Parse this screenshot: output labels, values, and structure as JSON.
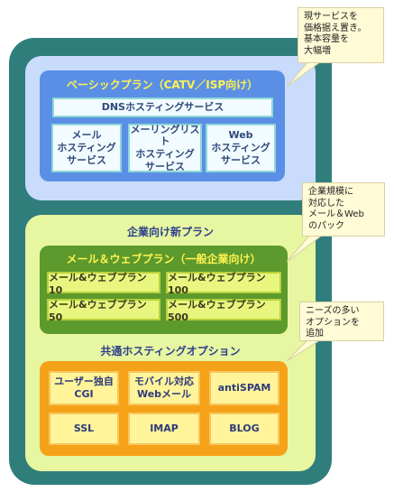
{
  "basic": {
    "title": "ベーシックプラン（CATV／ISP向け）",
    "dns": "DNSホスティングサービス",
    "services": [
      "メール\nホスティング\nサービス",
      "メーリングリスト\nホスティング\nサービス",
      "Web\nホスティング\nサービス"
    ]
  },
  "corporate": {
    "title": "企業向け新プラン",
    "mail_web": {
      "title": "メール＆ウェブプラン（一般企業向け）",
      "plans": [
        "メール&ウェブプラン10",
        "メール&ウェブプラン100",
        "メール&ウェブプラン50",
        "メール&ウェブプラン500"
      ]
    },
    "shared": {
      "title": "共通ホスティングオプション",
      "options": [
        "ユーザー独自\nCGI",
        "モバイル対応\nWebメール",
        "antiSPAM",
        "SSL",
        "IMAP",
        "BLOG"
      ]
    }
  },
  "callouts": [
    "現サービスを\n価格据え置き。\n基本容量を\n大幅増",
    "企業規模に\n対応した\nメール＆Web\nのパック",
    "ニーズの多い\nオプションを\n追加"
  ],
  "colors": {
    "outer": "#2f7e7c",
    "basic_panel": "#c9dcfb",
    "basic_inner": "#5b8fe6",
    "corp_panel": "#e7f6a0",
    "green_inner": "#5c9a2d",
    "orange_inner": "#f5a219",
    "title_yellow": "#fff250",
    "callout": "#fffbd6"
  }
}
